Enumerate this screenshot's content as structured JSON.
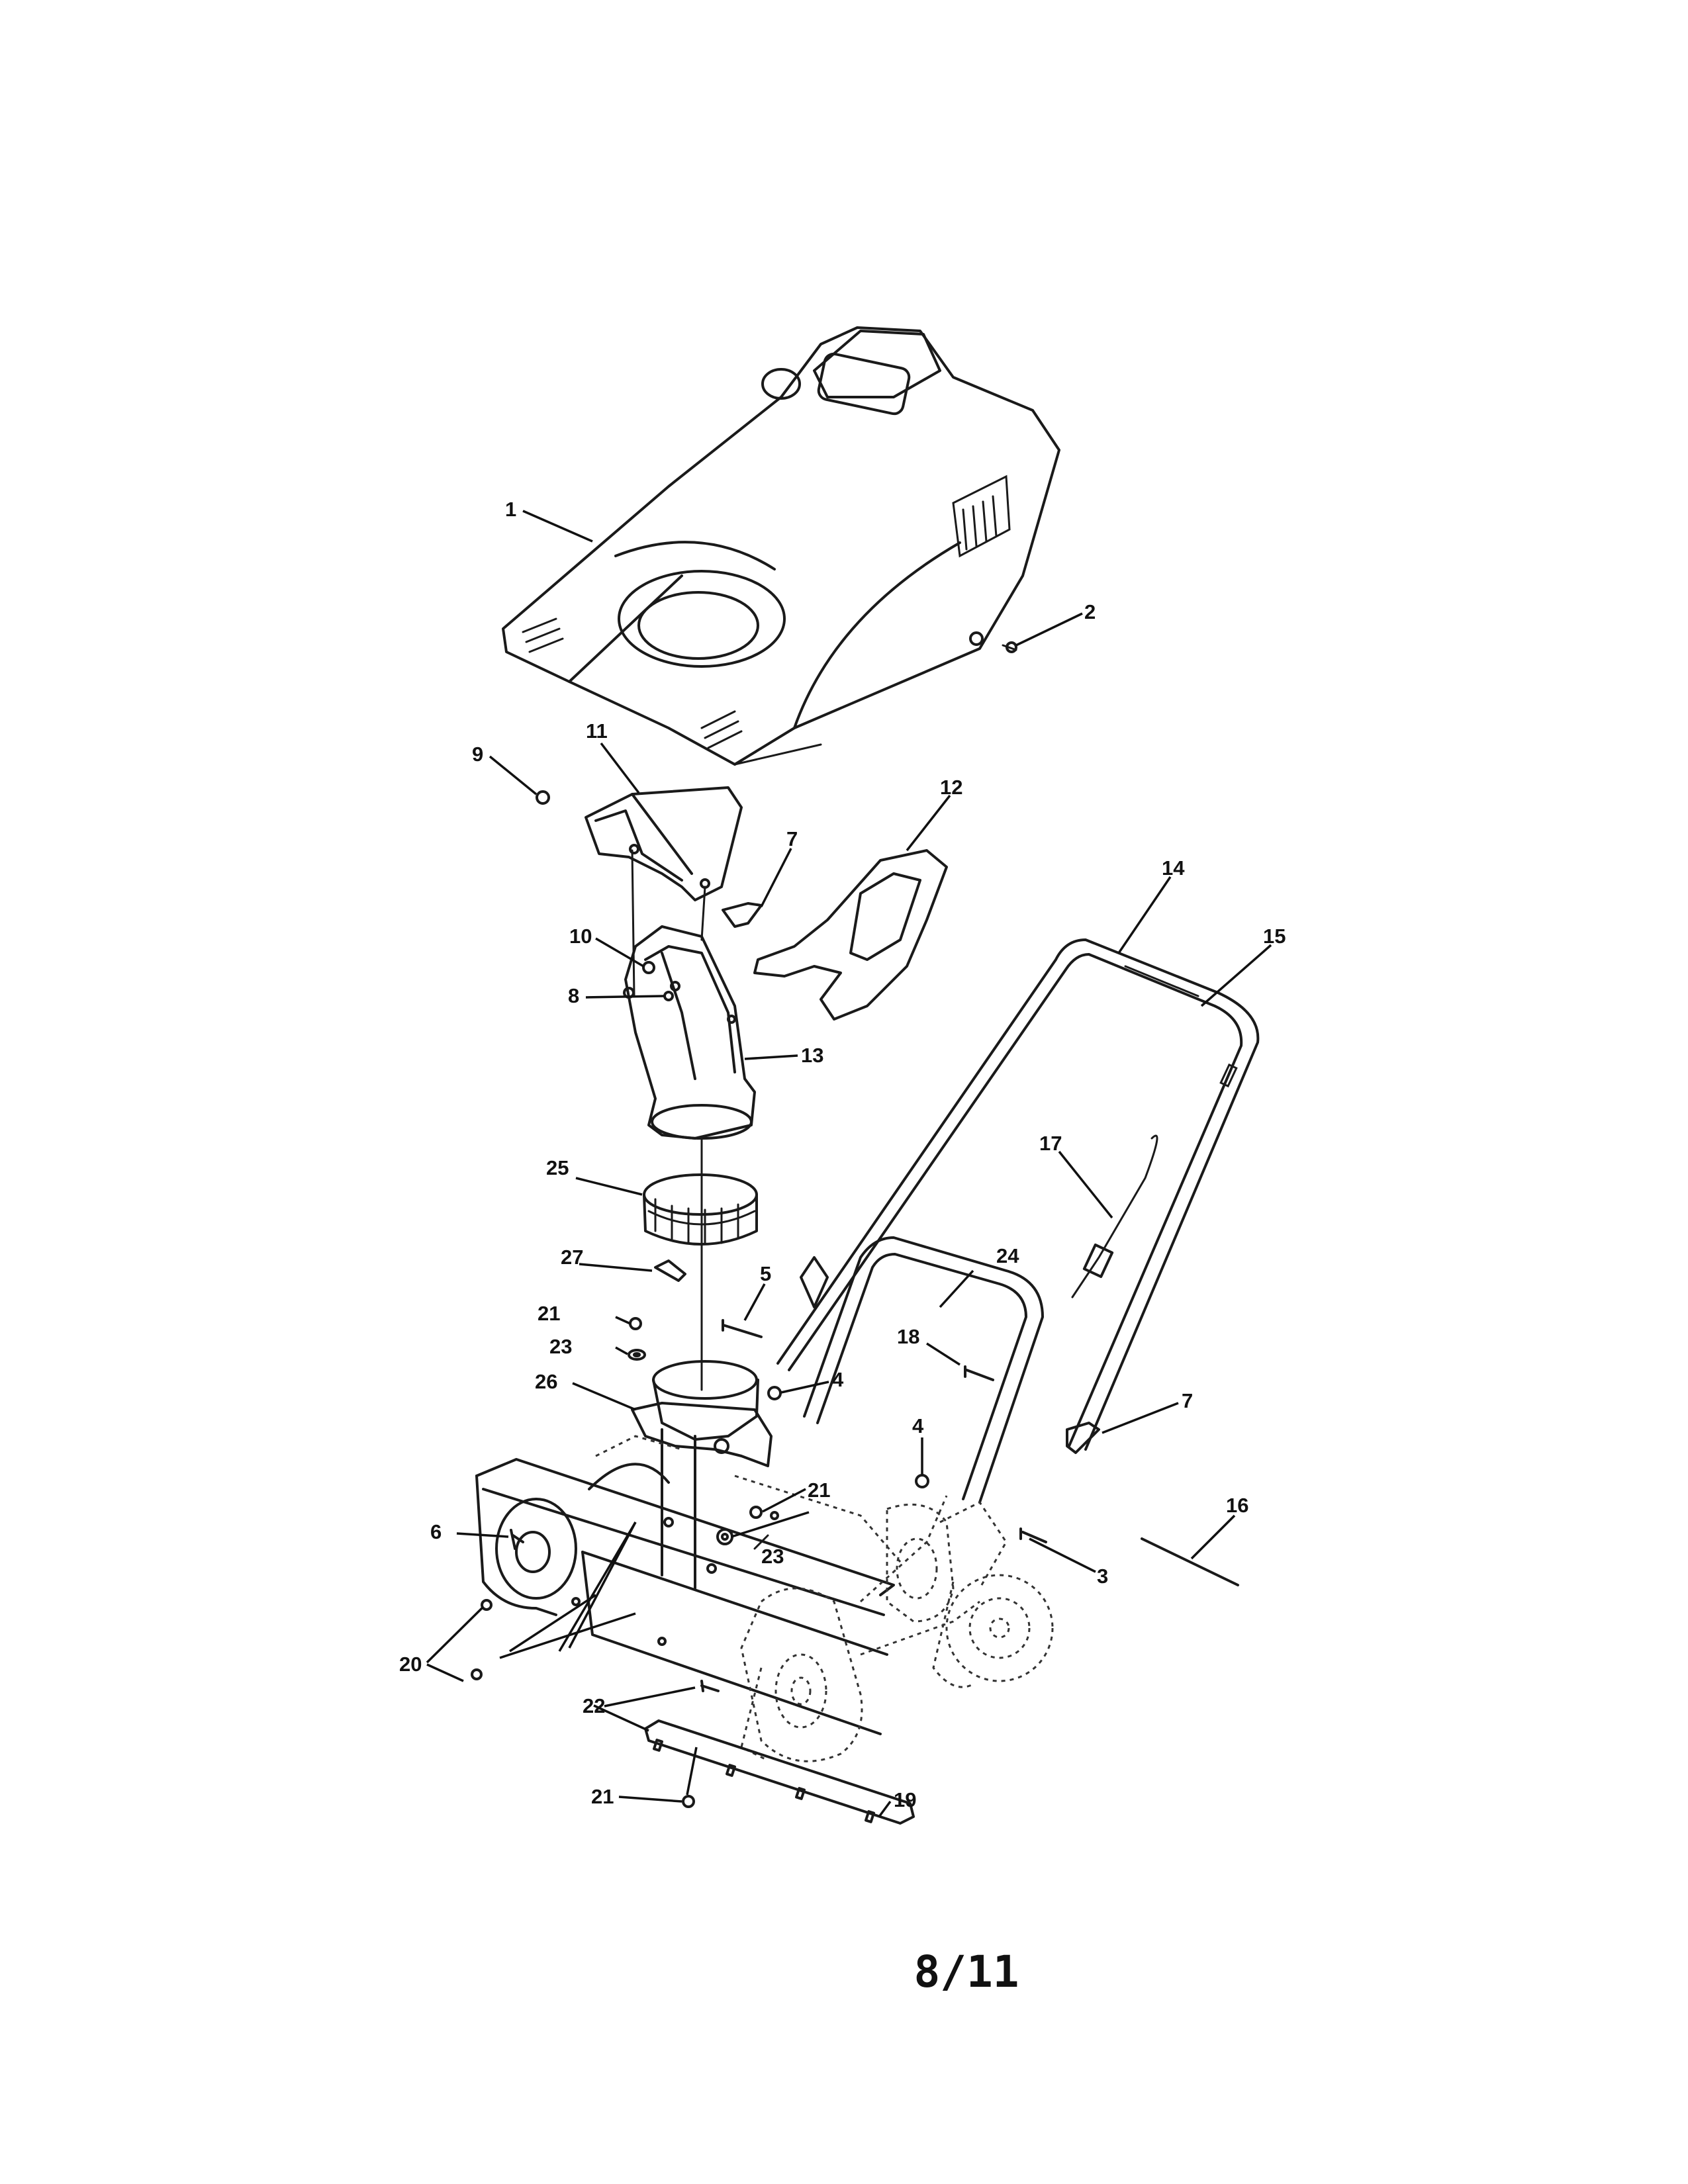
{
  "callouts": {
    "c1": "1",
    "c2": "2",
    "c3": "3",
    "c4a": "4",
    "c4b": "4",
    "c5": "5",
    "c6": "6",
    "c7a": "7",
    "c7b": "7",
    "c8": "8",
    "c9": "9",
    "c10": "10",
    "c11": "11",
    "c12": "12",
    "c13": "13",
    "c14": "14",
    "c15": "15",
    "c16": "16",
    "c17": "17",
    "c18": "18",
    "c19": "19",
    "c20": "20",
    "c21a": "21",
    "c21b": "21",
    "c21c": "21",
    "c22": "22",
    "c23a": "23",
    "c23b": "23",
    "c24": "24",
    "c25": "25",
    "c26": "26",
    "c27": "27"
  },
  "page_number": "8/11"
}
